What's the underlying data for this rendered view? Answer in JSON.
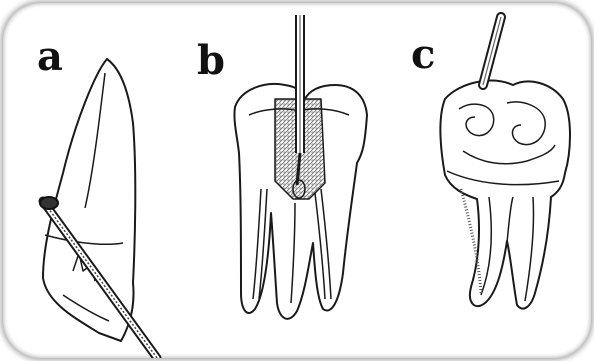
{
  "panels": [
    {
      "label": "a"
    },
    {
      "label": "b"
    },
    {
      "label": "c"
    }
  ],
  "colors": {
    "line": "#1a1a1a",
    "hatch": "#8a8a8a",
    "background": "#ffffff",
    "border_shadow": "#555555"
  }
}
